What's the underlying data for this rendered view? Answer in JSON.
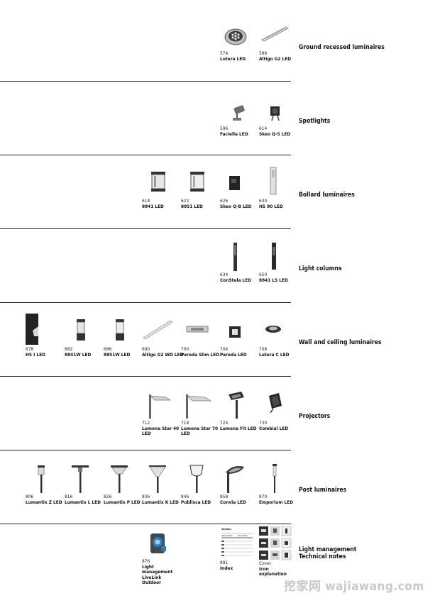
{
  "sections": [
    {
      "title": "Ground recessed luminaires",
      "products": [
        {
          "page": "574",
          "name": "Lutera LED",
          "icon": "recessed-round-luminaire"
        },
        {
          "page": "588",
          "name": "Altigo G2 LED",
          "icon": "linear-recessed-luminaire"
        }
      ]
    },
    {
      "title": "Spotlights",
      "products": [
        {
          "page": "596",
          "name": "Faciella LED",
          "icon": "spotlight-cylinder"
        },
        {
          "page": "614",
          "name": "Skeo Q-S LED",
          "icon": "spotlight-cube"
        }
      ]
    },
    {
      "title": "Bollard luminaires",
      "products": [
        {
          "page": "618",
          "name": "8841 LED",
          "icon": "bollard-cylinder"
        },
        {
          "page": "622",
          "name": "8851 LED",
          "icon": "bollard-cylinder"
        },
        {
          "page": "626",
          "name": "Skeo Q-B LED",
          "icon": "bollard-cube"
        },
        {
          "page": "630",
          "name": "HS 80 LED",
          "icon": "bollard-slim"
        }
      ]
    },
    {
      "title": "Light columns",
      "products": [
        {
          "page": "634",
          "name": "ConStela LED",
          "icon": "light-column"
        },
        {
          "page": "650",
          "name": "8841 LS LED",
          "icon": "light-column-short"
        }
      ]
    },
    {
      "title": "Wall and ceiling luminaires",
      "products": [
        {
          "page": "678",
          "name": "HS I LED",
          "icon": "wall-panel"
        },
        {
          "page": "682",
          "name": "8841W LED",
          "icon": "wall-lantern"
        },
        {
          "page": "686",
          "name": "8851W LED",
          "icon": "wall-lantern"
        },
        {
          "page": "690",
          "name": "Altigo G2 WD LED",
          "icon": "linear-wall-luminaire"
        },
        {
          "page": "700",
          "name": "Pareda Slim LED",
          "icon": "wall-slim-rect"
        },
        {
          "page": "704",
          "name": "Pareda LED",
          "icon": "wall-square"
        },
        {
          "page": "708",
          "name": "Lutera C LED",
          "icon": "ceiling-round"
        }
      ]
    },
    {
      "title": "Projectors",
      "products": [
        {
          "page": "712",
          "name": "Lumena Star 40 LED",
          "icon": "street-light-pole"
        },
        {
          "page": "718",
          "name": "Lumena Star 70 LED",
          "icon": "street-light-pole"
        },
        {
          "page": "724",
          "name": "Lumena Fit LED",
          "icon": "floodlight-pole"
        },
        {
          "page": "730",
          "name": "Combial LED",
          "icon": "floodlight"
        }
      ]
    },
    {
      "title": "Post luminaires",
      "products": [
        {
          "page": "806",
          "name": "Lumantix Z LED",
          "icon": "post-cylinder"
        },
        {
          "page": "816",
          "name": "Lumantix L LED",
          "icon": "post-disc"
        },
        {
          "page": "826",
          "name": "Lumantix P LED",
          "icon": "post-cone"
        },
        {
          "page": "836",
          "name": "Lumantix K LED",
          "icon": "post-cone-inverted"
        },
        {
          "page": "846",
          "name": "Publisca LED",
          "icon": "post-lantern"
        },
        {
          "page": "858",
          "name": "Convia LED",
          "icon": "post-head"
        },
        {
          "page": "870",
          "name": "Emporium LED",
          "icon": "post-slim"
        }
      ]
    },
    {
      "title": "Light management\nTechnical notes",
      "products": [
        {
          "page": "876",
          "name": "Light management LiveLink Outdoor",
          "icon": "livelink-device"
        },
        {
          "page": "891",
          "name": "Index",
          "icon": "index-table"
        },
        {
          "page": "Cover",
          "name": "Icon explanation",
          "icon": "icon-grid"
        }
      ]
    }
  ],
  "index_thumb": {
    "header": "Version",
    "col1": "Abbreviation",
    "col2": "Description"
  },
  "watermark": "挖家网 wajiawang.com",
  "colors": {
    "rule": "#222222",
    "text": "#111111",
    "watermark": "#c9c9c9",
    "accent_blue": "#2f7fbf"
  }
}
